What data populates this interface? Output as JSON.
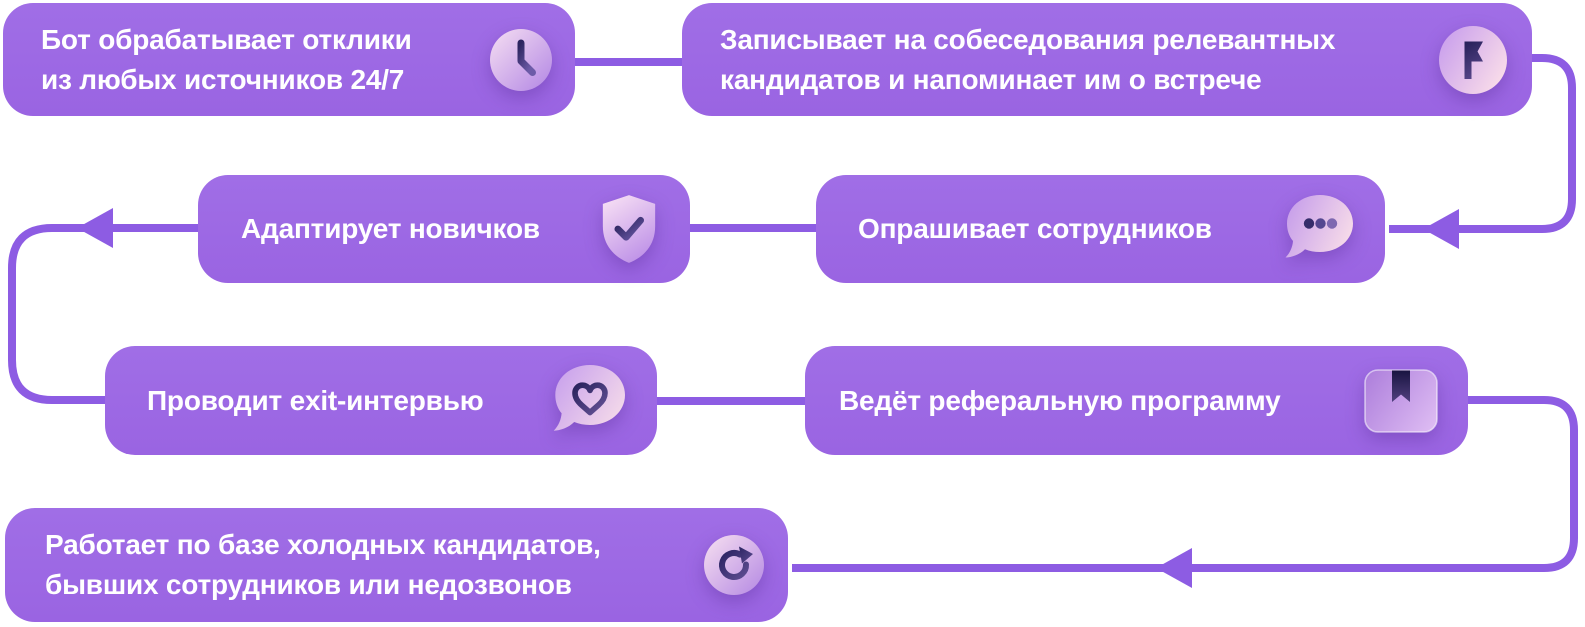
{
  "title": "HR bot flow diagram",
  "colors": {
    "background": "#ffffff",
    "box_fill": "#9c68e4",
    "connector": "#8d5ce3",
    "text": "#ffffff",
    "glyph_dark": "#2c2460",
    "icon_light_top": "#f6dff2",
    "icon_light_bottom": "#b286e4"
  },
  "boxes": [
    {
      "id": "bot-processes",
      "line1": "Бот обрабатывает отклики",
      "line2": "из любых источников 24/7",
      "icon": "clock-icon"
    },
    {
      "id": "schedules",
      "line1": "Записывает на собеседования релевантных",
      "line2": "кандидатов и напоминает им о встрече",
      "icon": "flag-icon"
    },
    {
      "id": "onboarding",
      "line1": "Адаптирует новичков",
      "icon": "shield-check-icon"
    },
    {
      "id": "surveys",
      "line1": "Опрашивает сотрудников",
      "icon": "chat-dots-icon"
    },
    {
      "id": "exit-interview",
      "line1": "Проводит exit-интервью",
      "icon": "heart-chat-icon"
    },
    {
      "id": "referral",
      "line1": "Ведёт реферальную программу",
      "icon": "book-bookmark-icon"
    },
    {
      "id": "cold-base",
      "line1": "Работает по базе холодных кандидатов,",
      "line2": "бывших сотрудников или недозвонов",
      "icon": "refresh-icon"
    }
  ],
  "connectors": [
    {
      "from": "bot-processes",
      "to": "schedules",
      "arrow": false
    },
    {
      "from": "schedules",
      "to": "surveys",
      "arrow": true
    },
    {
      "from": "surveys",
      "to": "onboarding",
      "arrow": false
    },
    {
      "from": "onboarding",
      "to": "exit-interview",
      "arrow": true
    },
    {
      "from": "exit-interview",
      "to": "referral",
      "arrow": false
    },
    {
      "from": "referral",
      "to": "cold-base",
      "arrow": true
    }
  ]
}
